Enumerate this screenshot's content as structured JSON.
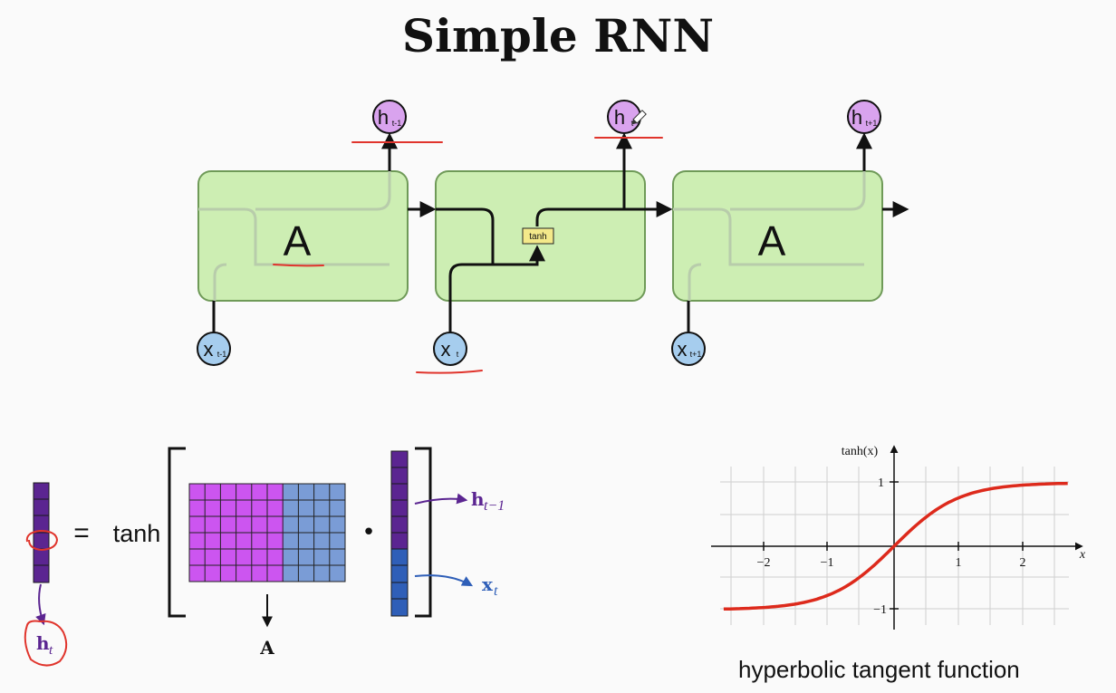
{
  "title": "Simple RNN",
  "cells": [
    {
      "label": "A",
      "input": "x",
      "input_sub": "t-1",
      "output": "h",
      "output_sub": "t-1"
    },
    {
      "label": "",
      "input": "x",
      "input_sub": "t",
      "output": "h",
      "output_sub": "t",
      "activation": "tanh"
    },
    {
      "label": "A",
      "input": "x",
      "input_sub": "t+1",
      "output": "h",
      "output_sub": "t+1"
    }
  ],
  "equation": {
    "equals": "=",
    "func": "tanh",
    "dot": "•",
    "matrix_label": "A",
    "h_prev": "h",
    "h_prev_sub": "t−1",
    "x_cur": "x",
    "x_cur_sub": "t",
    "h_out": "h",
    "h_out_sub": "t"
  },
  "plot": {
    "ylabel": "tanh(x)",
    "xlabel": "x",
    "xticks": [
      "−2",
      "−1",
      "1",
      "2"
    ],
    "yticks": [
      "1",
      "−1"
    ],
    "caption": "hyperbolic tangent function"
  },
  "colors": {
    "cell_fill": "#cdeeb3",
    "cell_stroke": "#6f9a58",
    "h_node": "#d9a3ee",
    "x_node": "#a6cdee",
    "annotation": "#e0342c",
    "matrix_left": "#cc55f0",
    "matrix_right": "#7a9cd6",
    "vector_top": "#5b2591",
    "vector_bottom": "#2f5fb8",
    "tanh_curve": "#dd2a1c"
  }
}
